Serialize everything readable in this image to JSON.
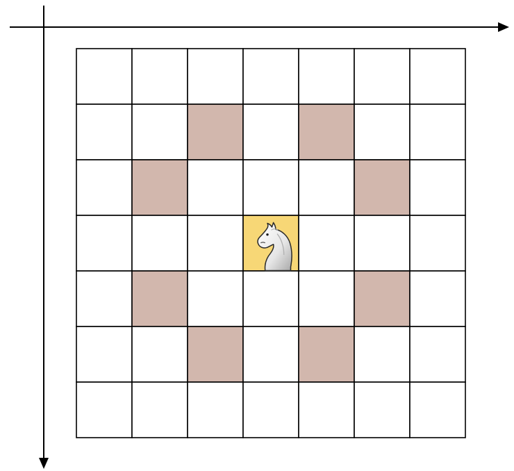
{
  "board": {
    "rows": 7,
    "cols": 7,
    "knight": {
      "row": 3,
      "col": 3,
      "piece": "knight-icon"
    },
    "reachable": [
      {
        "row": 1,
        "col": 2
      },
      {
        "row": 1,
        "col": 4
      },
      {
        "row": 2,
        "col": 1
      },
      {
        "row": 2,
        "col": 5
      },
      {
        "row": 4,
        "col": 1
      },
      {
        "row": 4,
        "col": 5
      },
      {
        "row": 5,
        "col": 2
      },
      {
        "row": 5,
        "col": 4
      }
    ]
  },
  "colors": {
    "empty_cell": "#ffffff",
    "reachable_cell": "#d2b7ad",
    "knight_cell": "#f7d776",
    "grid_line": "#000000",
    "axis": "#000000"
  },
  "axes": {
    "x_axis_icon": "arrow-right-icon",
    "y_axis_icon": "arrow-down-icon"
  }
}
